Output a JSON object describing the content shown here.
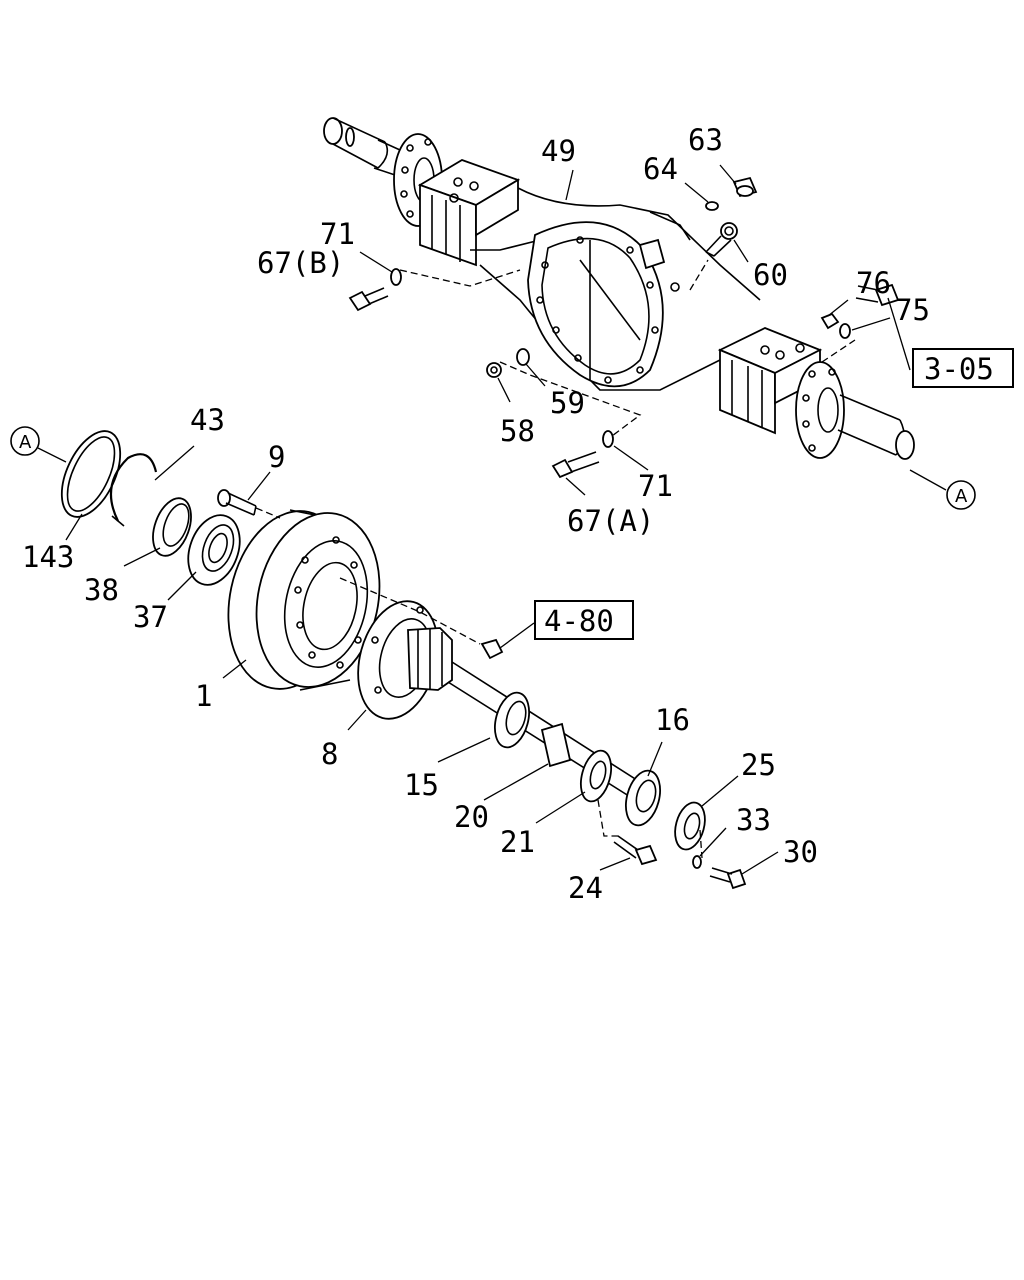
{
  "parts": {
    "p49": "49",
    "p63": "63",
    "p64": "64",
    "p60": "60",
    "p71a": "71",
    "p67b": "67(B)",
    "p76": "76",
    "p75": "75",
    "p58": "58",
    "p59": "59",
    "p71b": "71",
    "p67a": "67(A)",
    "p43": "43",
    "p9": "9",
    "p143": "143",
    "p38": "38",
    "p37": "37",
    "p1": "1",
    "p8": "8",
    "p15": "15",
    "p16": "16",
    "p25": "25",
    "p20": "20",
    "p21": "21",
    "p33": "33",
    "p30": "30",
    "p24": "24"
  },
  "refs": {
    "r305": "3-05",
    "r480": "4-80"
  },
  "markers": {
    "left": "A",
    "right": "A"
  }
}
